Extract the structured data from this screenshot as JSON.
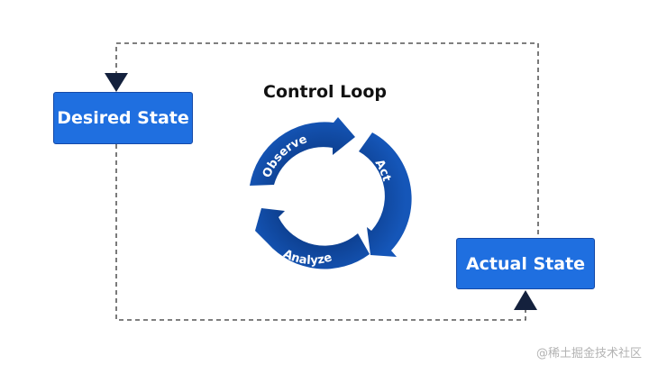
{
  "diagram": {
    "title": "Control Loop",
    "nodes": {
      "desired": "Desired State",
      "actual": "Actual State"
    },
    "loop_steps": [
      "Observe",
      "Act",
      "Analyze"
    ]
  },
  "colors": {
    "box_fill": "#1f6fe0",
    "box_border": "#1449a8",
    "arc_dark": "#0d3f8f",
    "arc_mid": "#1556b8",
    "arrowhead": "#14213d",
    "connector": "#333333"
  },
  "watermark": "@稀土掘金技术社区"
}
